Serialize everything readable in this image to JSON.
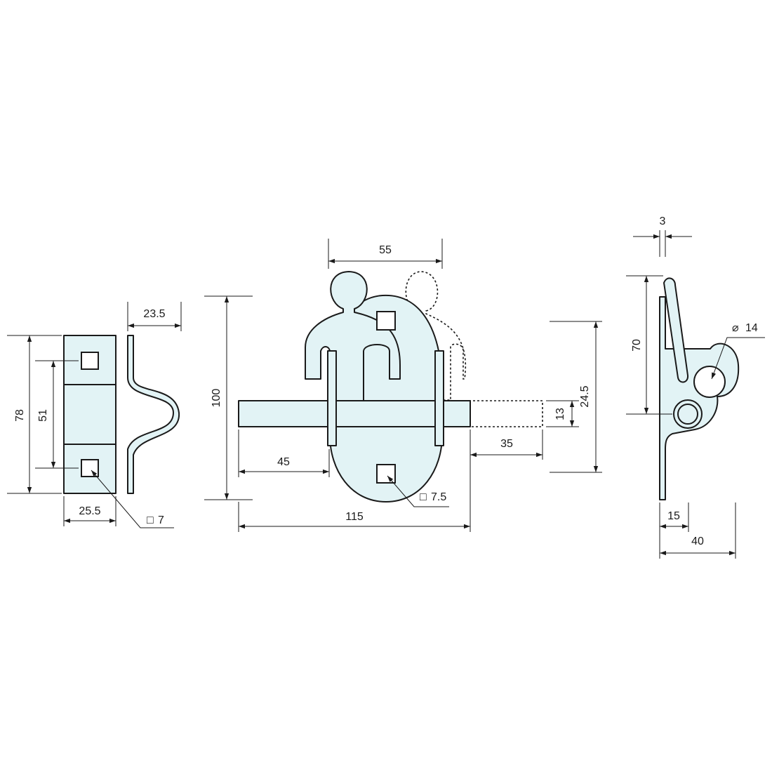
{
  "dimensions": {
    "keeper_height": "78",
    "keeper_hole_spacing": "51",
    "keeper_depth": "23.5",
    "keeper_width": "25.5",
    "keeper_hole": "7",
    "body_height": "100",
    "handle_spacing": "55",
    "bolt_left": "45",
    "bolt_travel": "35",
    "bolt_width": "13",
    "bolt_offset": "24.5",
    "overall_length": "115",
    "plate_hole": "7.5",
    "thickness": "3",
    "side_height": "70",
    "lever_hole": "14",
    "side_depth_inner": "15",
    "side_depth": "40"
  },
  "symbols": {
    "square": "□",
    "diameter": "⌀"
  },
  "colors": {
    "metal_fill": "#e2f3f5",
    "outline": "#1a1a1a"
  }
}
